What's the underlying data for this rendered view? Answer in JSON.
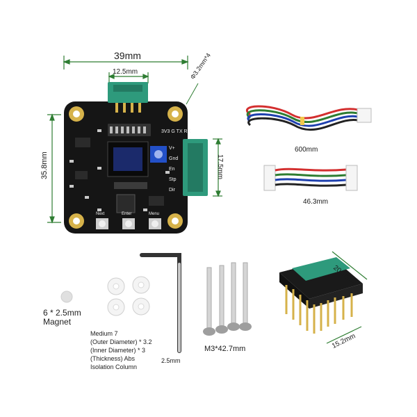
{
  "dimensions": {
    "board_width": "39mm",
    "header_width": "12.5mm",
    "hole_spec": "Φ3.2mm*4",
    "board_height": "35.8mm",
    "connector_height": "17.5mm",
    "cable_long": "600mm",
    "cable_short": "46.3mm",
    "wrench": "2.5mm",
    "screws": "M3*42.7mm",
    "adapter_width": "20.2mm",
    "adapter_depth": "15.2mm"
  },
  "magnet_label": "6 * 2.5mm\nMagnet",
  "column_note": "Medium 7\n(Outer Diameter) * 3.2\n(Inner Diameter) * 3\n(Thickness) Abs\nIsolation Column",
  "board_pins": [
    "V+",
    "Gnd",
    "En",
    "Stp",
    "Dir"
  ],
  "board_buttons": [
    "Next",
    "Enter",
    "Menu"
  ],
  "board_header_pins": "3V3 G TX RX",
  "colors": {
    "dimension_line": "#2e7d32",
    "pcb": "#151515",
    "connector": "#2e9a7c",
    "gold": "#d6b24a"
  }
}
